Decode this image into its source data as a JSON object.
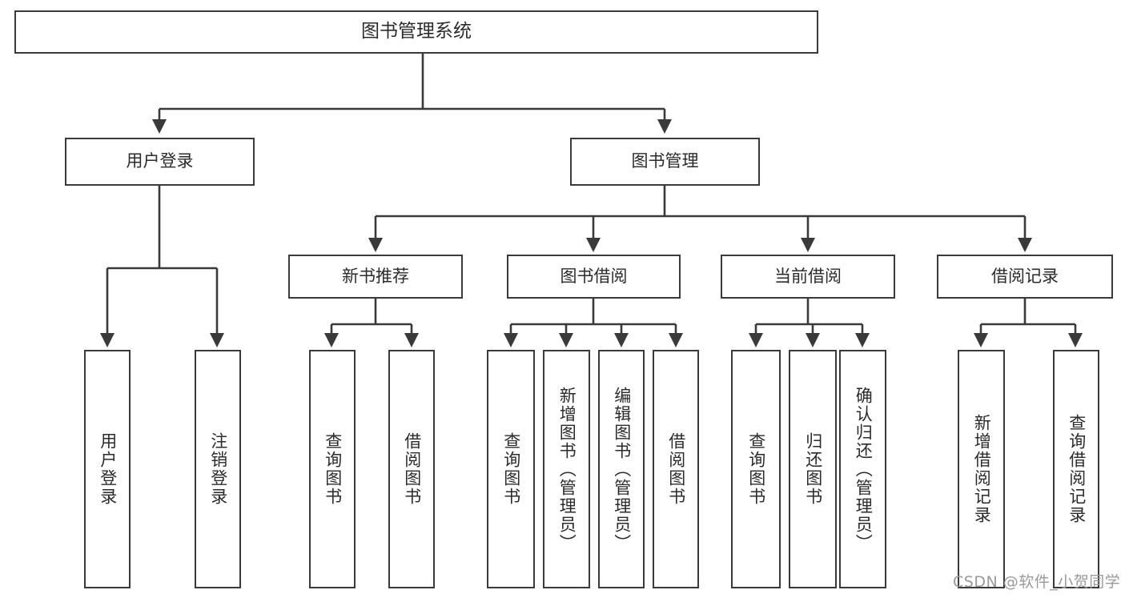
{
  "diagram": {
    "title": "图书管理系统",
    "type": "tree",
    "root": {
      "label": "图书管理系统"
    },
    "level1": [
      {
        "label": "用户登录"
      },
      {
        "label": "图书管理"
      }
    ],
    "level2": [
      {
        "label": "新书推荐"
      },
      {
        "label": "图书借阅"
      },
      {
        "label": "当前借阅"
      },
      {
        "label": "借阅记录"
      }
    ],
    "leaves": {
      "user_login": [
        {
          "label": "用户登录"
        },
        {
          "label": "注销登录"
        }
      ],
      "new_book_recommend": [
        {
          "label": "查询图书"
        },
        {
          "label": "借阅图书"
        }
      ],
      "book_borrow": [
        {
          "label": "查询图书"
        },
        {
          "label": "新增图书（管理员）"
        },
        {
          "label": "编辑图书（管理员）"
        },
        {
          "label": "借阅图书"
        }
      ],
      "current_borrow": [
        {
          "label": "查询图书"
        },
        {
          "label": "归还图书"
        },
        {
          "label": "确认归还（管理员）"
        }
      ],
      "borrow_record": [
        {
          "label": "新增借阅记录"
        },
        {
          "label": "查询借阅记录"
        }
      ]
    }
  },
  "watermark": {
    "text": "CSDN @软件_小贺同学"
  },
  "colors": {
    "stroke": "#3a3a3a",
    "fill": "#ffffff",
    "text": "#2b2b2b",
    "watermark": "#9a9a9a"
  }
}
